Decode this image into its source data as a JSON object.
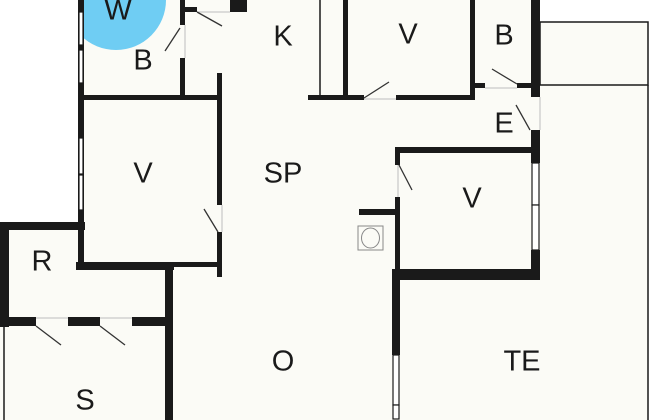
{
  "floor_plan": {
    "colors": {
      "floor": "#fbfbf6",
      "walls": "#1a1a1a",
      "water_marker": "#6fcdf3",
      "outside": "#ffffff"
    },
    "rooms": {
      "water": "W",
      "bath_left": "B",
      "kitchen": "K",
      "bedroom_top": "V",
      "bath_right": "B",
      "bedroom_left": "V",
      "dining": "SP",
      "entrance": "E",
      "bedroom_right": "V",
      "utility": "R",
      "living": "O",
      "terrace": "TE",
      "bottom_left_partial": "S"
    },
    "icons": [
      "toilet-icon",
      "door-swing-icon"
    ]
  }
}
